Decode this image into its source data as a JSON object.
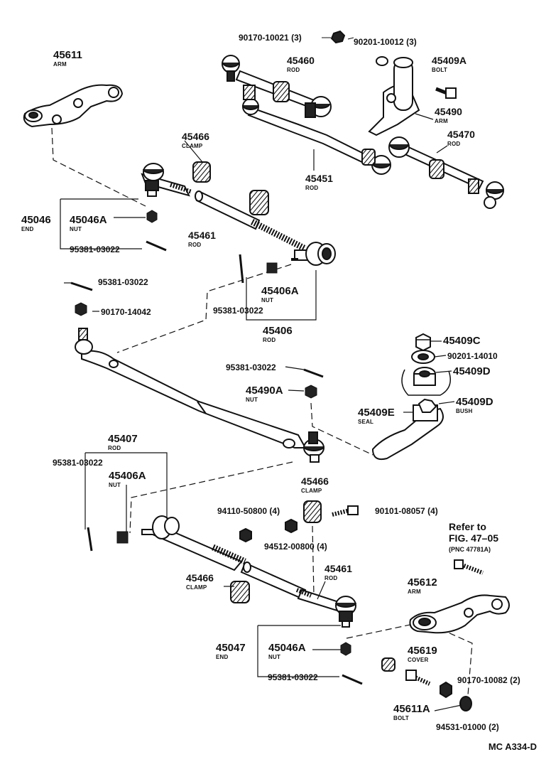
{
  "labels": {
    "l_90170_10021": "90170-10021 (3)",
    "l_90201_10012": "90201-10012 (3)",
    "l_45611": "45611",
    "l_45611_sub": "ARM",
    "l_45460": "45460",
    "l_45460_sub": "ROD",
    "l_45409a": "45409A",
    "l_45409a_sub": "BOLT",
    "l_45490": "45490",
    "l_45490_sub": "ARM",
    "l_45470": "45470",
    "l_45470_sub": "ROD",
    "l_45466a": "45466",
    "l_45466a_sub": "CLAMP",
    "l_45451": "45451",
    "l_45451_sub": "ROD",
    "l_45046": "45046",
    "l_45046_sub": "END",
    "l_45046a_1": "45046A",
    "l_45046a_1_sub": "NUT",
    "l_45461a": "45461",
    "l_45461a_sub": "ROD",
    "l_95381_a": "95381-03022",
    "l_95381_b": "95381-03022",
    "l_90170_14042": "90170-14042",
    "l_45406a_1": "45406A",
    "l_45406a_1_sub": "NUT",
    "l_95381_c": "95381-03022",
    "l_45406": "45406",
    "l_45406_sub": "ROD",
    "l_45409c": "45409C",
    "l_90201_14010": "90201-14010",
    "l_45409d_1": "45409D",
    "l_95381_d": "95381-03022",
    "l_45490a": "45490A",
    "l_45490a_sub": "NUT",
    "l_45409e": "45409E",
    "l_45409e_sub": "SEAL",
    "l_45409d_2": "45409D",
    "l_45409d_2_sub": "BUSH",
    "l_45407": "45407",
    "l_45407_sub": "ROD",
    "l_95381_e": "95381-03022",
    "l_45406a_2": "45406A",
    "l_45406a_2_sub": "NUT",
    "l_45466b": "45466",
    "l_45466b_sub": "CLAMP",
    "l_94110": "94110-50800 (4)",
    "l_90101": "90101-08057 (4)",
    "l_94512": "94512-00800 (4)",
    "l_refer1": "Refer to",
    "l_refer2": "FIG. 47–05",
    "l_refer3": "(PNC 47781A)",
    "l_45466c": "45466",
    "l_45466c_sub": "CLAMP",
    "l_45461b": "45461",
    "l_45461b_sub": "ROD",
    "l_45612": "45612",
    "l_45612_sub": "ARM",
    "l_45047": "45047",
    "l_45047_sub": "END",
    "l_45046a_2": "45046A",
    "l_45046a_2_sub": "NUT",
    "l_45619": "45619",
    "l_45619_sub": "COVER",
    "l_95381_f": "95381-03022",
    "l_90170_10082": "90170-10082 (2)",
    "l_45611a": "45611A",
    "l_45611a_sub": "BOLT",
    "l_94531": "94531-01000 (2)",
    "l_code": "MC A334-D"
  }
}
